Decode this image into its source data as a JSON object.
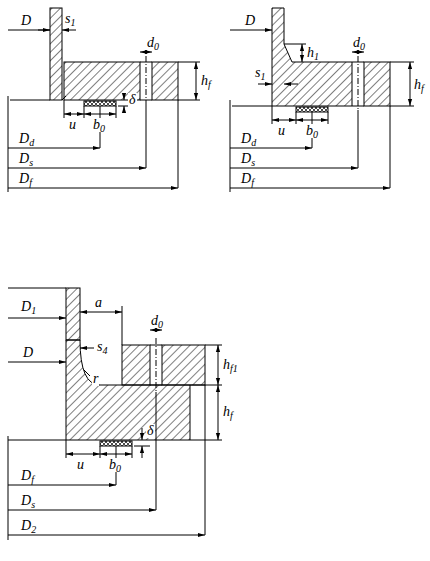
{
  "diagram": {
    "labels": [
      "D",
      "s1",
      "d0",
      "hf",
      "u",
      "b0",
      "δ",
      "Dd",
      "Ds",
      "Df",
      "D",
      "s1",
      "h1",
      "d0",
      "hf",
      "u",
      "b0",
      "Dd",
      "Ds",
      "Df",
      "D1",
      "a",
      "d0",
      "hf1",
      "D",
      "s4",
      "r",
      "hf",
      "u",
      "b0",
      "δ",
      "Df",
      "Ds",
      "D2"
    ]
  }
}
